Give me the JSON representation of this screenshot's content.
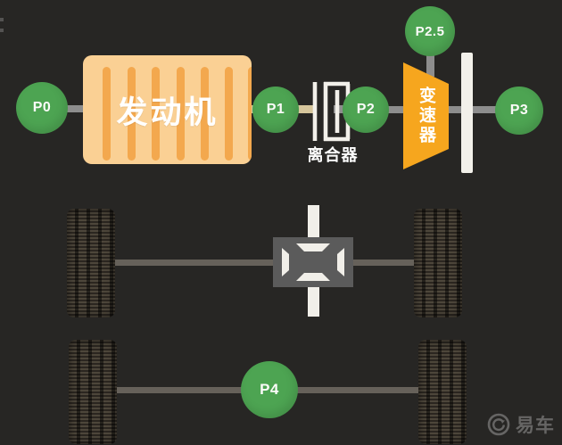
{
  "diagram_title": "hybrid-powertrain-motor-positions",
  "nodes": {
    "p0": {
      "label": "P0"
    },
    "p1": {
      "label": "P1"
    },
    "p2": {
      "label": "P2"
    },
    "p25": {
      "label": "P2.5"
    },
    "p3": {
      "label": "P3"
    },
    "p4": {
      "label": "P4"
    }
  },
  "labels": {
    "engine": "发动机",
    "clutch": "离合器",
    "transmission": "变速器"
  },
  "watermark": {
    "brand": "易车"
  },
  "colors": {
    "background": "#272624",
    "node_green": "#4da452",
    "engine_body": "#fad094",
    "engine_stripe": "#f3a84e",
    "transmission_orange": "#f6a61e",
    "shaft_gray": "#8d8d8d",
    "shaft_tan": "#d6c69c",
    "axle_gray": "#66615a",
    "diff_box_gray": "#5b5b5b",
    "white_parts": "#f2f0ea"
  }
}
